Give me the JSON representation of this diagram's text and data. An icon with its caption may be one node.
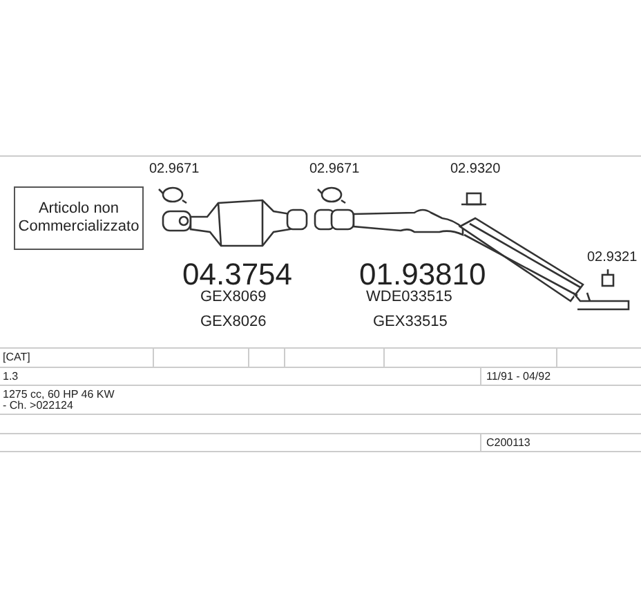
{
  "diagram": {
    "nodes": [
      {
        "text": [
          "Articolo non Commercializzato"
        ]
      }
    ],
    "edges": [],
    "labels": [
      "02.9671",
      "02.9671",
      "02.9320",
      "04.3754",
      "GEX8069",
      "GEX8026",
      "01.93810",
      "WDE033515",
      "GEX33515",
      "02.9321",
      "[CAT]",
      "1.3",
      "11/91 - 04/92",
      "1275 cc, 60 HP 46 KW",
      "- Ch. >022124",
      "C200113"
    ]
  }
}
